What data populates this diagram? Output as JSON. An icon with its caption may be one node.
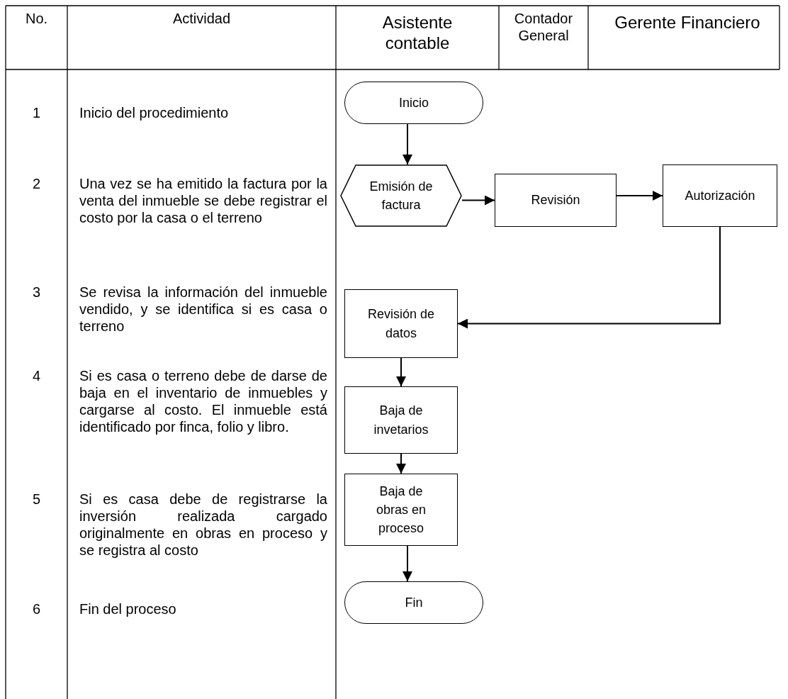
{
  "diagram": {
    "nodes": [
      {
        "text": [
          "Inicio"
        ]
      },
      {
        "text": [
          "Emisión de factura"
        ]
      },
      {
        "text": [
          "Revisión"
        ]
      },
      {
        "text": [
          "Autorización"
        ]
      },
      {
        "text": [
          "Revisión de datos"
        ]
      },
      {
        "text": [
          "Baja de invetarios"
        ]
      },
      {
        "text": [
          "Baja de obras en proceso"
        ]
      },
      {
        "text": [
          "Fin"
        ]
      }
    ],
    "edges": [
      {
        "from": 0,
        "to": 1,
        "arrow": "to"
      },
      {
        "from": 1,
        "to": 2,
        "arrow": "to"
      },
      {
        "from": 2,
        "to": 3,
        "arrow": "to"
      },
      {
        "from": 3,
        "to": 4,
        "arrow": "to"
      },
      {
        "from": 4,
        "to": 5,
        "arrow": "to"
      },
      {
        "from": 5,
        "to": 6,
        "arrow": "to"
      },
      {
        "from": 6,
        "to": 7,
        "arrow": "to"
      }
    ],
    "labels": [
      "No.",
      "Actividad",
      "Asistente contable",
      "Contador General",
      "Gerente Financiero",
      "1",
      "Inicio del procedimiento",
      "2",
      "Una vez se ha emitido la factura por la venta del inmueble se debe registrar el costo por la casa o el terreno",
      "3",
      "Se revisa la información del inmueble vendido, y se identifica si es casa o terreno",
      "4",
      "Si es casa o terreno debe de darse de baja en el inventario de inmuebles y cargarse al costo. El inmueble está identificado por finca, folio y libro.",
      "5",
      "Si es casa debe de registrarse la inversión realizada cargado originalmente en obras en proceso y se registra al costo",
      "6",
      "Fin del proceso"
    ]
  }
}
